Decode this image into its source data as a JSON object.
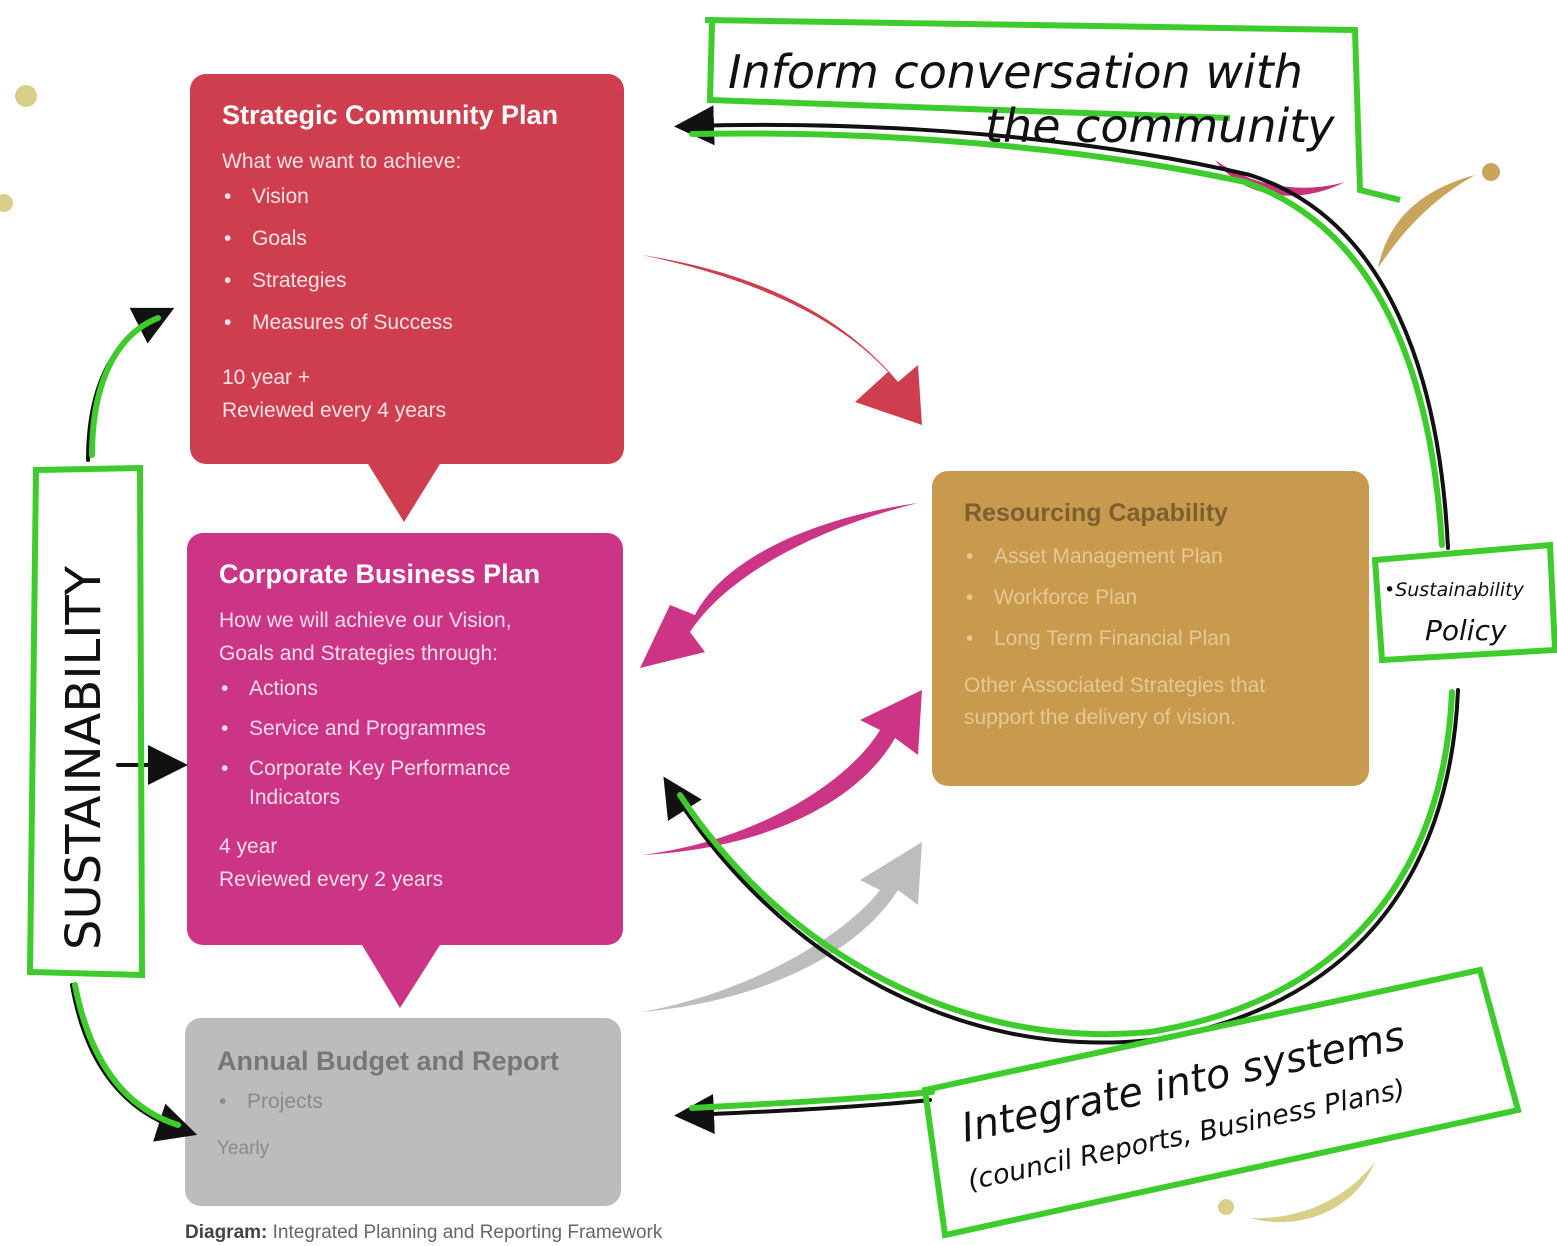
{
  "strategic_community_plan": {
    "title": "Strategic Community Plan",
    "subtitle": "What we want to achieve:",
    "items": [
      "Vision",
      "Goals",
      "Strategies",
      "Measures of Success"
    ],
    "frequency_line1": "10 year +",
    "frequency_line2": "Reviewed every 4 years"
  },
  "corporate_business_plan": {
    "title": "Corporate Business Plan",
    "subtitle_line1": "How we will achieve our Vision,",
    "subtitle_line2": "Goals and Strategies through:",
    "items": [
      "Actions",
      "Service and Programmes",
      "Corporate Key Performance Indicators"
    ],
    "frequency_line1": "4 year",
    "frequency_line2": "Reviewed every 2 years"
  },
  "annual_budget_and_report": {
    "title": "Annual Budget and Report",
    "items": [
      "Projects"
    ],
    "frequency": "Yearly"
  },
  "resourcing_capability": {
    "title": "Resourcing Capability",
    "items": [
      "Asset Management Plan",
      "Workforce Plan",
      "Long Term Financial Plan"
    ],
    "note_line1": "Other Associated Strategies that",
    "note_line2": "support the delivery of vision."
  },
  "caption": {
    "label": "Diagram:",
    "text": "Integrated Planning and Reporting Framework"
  },
  "annotations": {
    "inform_line1": "Inform conversation with",
    "inform_line2": "the community",
    "sustainability": "SUSTAINABILITY",
    "policy_line1": "•Sustainability",
    "policy_line2": "Policy",
    "integrate_line1": "Integrate into systems",
    "integrate_line2": "(council Reports, Business Plans)"
  },
  "colors": {
    "strategic": "#cf3e4e",
    "corporate": "#cc3585",
    "annual": "#bcbcbc",
    "resourcing": "#c79a4e",
    "marker_green": "#3ecc2c"
  }
}
